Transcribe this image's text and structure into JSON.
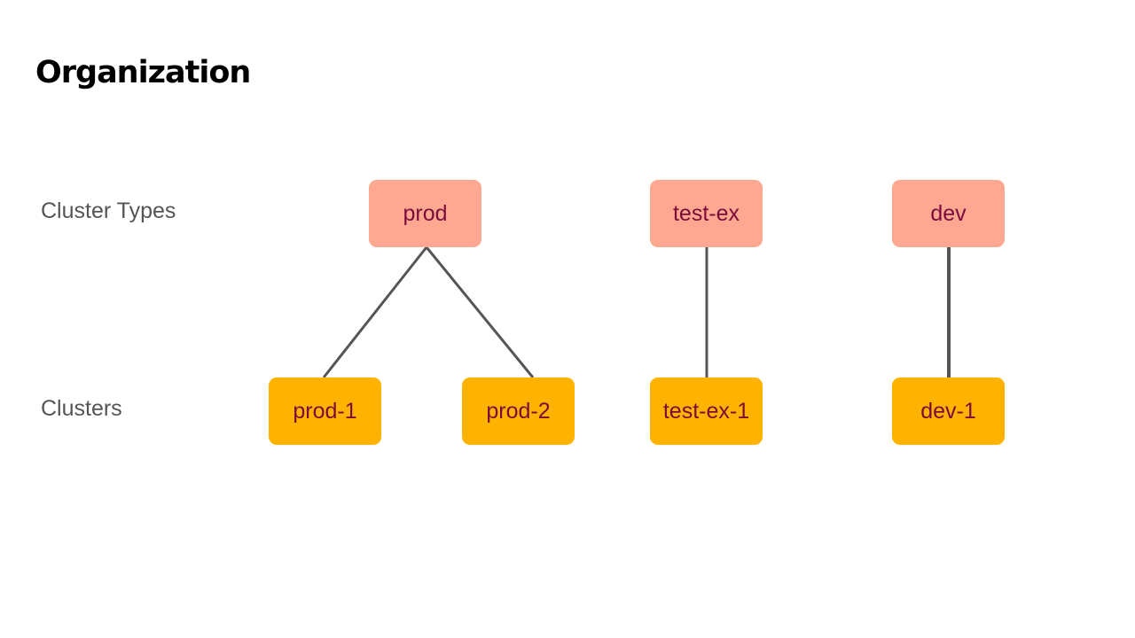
{
  "title": "Organization",
  "row_labels": {
    "types": "Cluster Types",
    "clusters": "Clusters"
  },
  "cluster_types": [
    {
      "id": "prod",
      "label": "prod"
    },
    {
      "id": "test-ex",
      "label": "test-ex"
    },
    {
      "id": "dev",
      "label": "dev"
    }
  ],
  "clusters": [
    {
      "id": "prod-1",
      "label": "prod-1",
      "parent": "prod"
    },
    {
      "id": "prod-2",
      "label": "prod-2",
      "parent": "prod"
    },
    {
      "id": "test-ex-1",
      "label": "test-ex-1",
      "parent": "test-ex"
    },
    {
      "id": "dev-1",
      "label": "dev-1",
      "parent": "dev"
    }
  ],
  "colors": {
    "type_box": "#ffa891",
    "cluster_box": "#ffb300",
    "node_text": "#7a0b3c",
    "connector": "#555555"
  }
}
